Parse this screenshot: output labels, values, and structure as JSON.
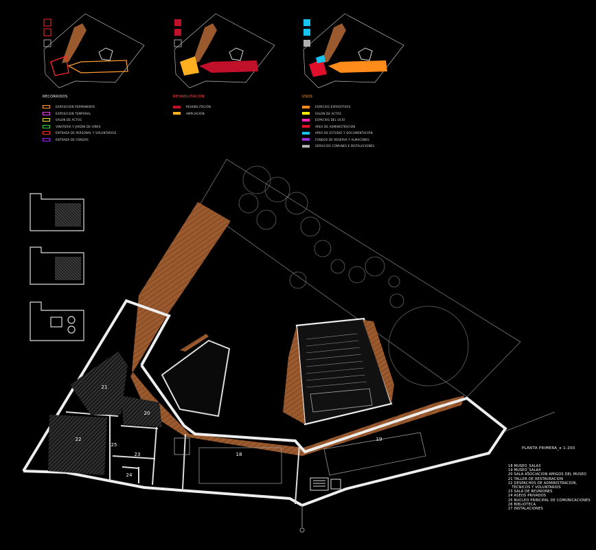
{
  "legends": {
    "recorridos": {
      "title": "RECORRIDOS",
      "items": [
        {
          "label": "EXPOSICION PERMANENTE",
          "color": "#ff9a2e"
        },
        {
          "label": "EXPOSICION TEMPORAL",
          "color": "#e040e0"
        },
        {
          "label": "SALON DE ACTOS",
          "color": "#e8e830"
        },
        {
          "label": "VINATERIA Y JARDIN DE VIÑAS",
          "color": "#2ecc40"
        },
        {
          "label": "ENTRADA DE PERSONAL Y VOLUNTARIOS",
          "color": "#ff2a2a"
        },
        {
          "label": "ENTRADA DE FONDOS",
          "color": "#a020f0"
        }
      ]
    },
    "rehabilitacion": {
      "title": "REHABILITACIÓN",
      "items": [
        {
          "label": "REHABILITACIÓN",
          "color": "#c0102a"
        },
        {
          "label": "AMPLIACIÓN",
          "color": "#ffb020"
        }
      ]
    },
    "usos": {
      "title": "USOS",
      "items": [
        {
          "label": "ESPACIOS EXPOSITIVOS",
          "color": "#ff8c1a"
        },
        {
          "label": "SALON DE ACTOS",
          "color": "#ffee00"
        },
        {
          "label": "ESPACIOS DEL OCIO",
          "color": "#ff2ab0"
        },
        {
          "label": "AREA DE ADMINISTRACION",
          "color": "#e0102a"
        },
        {
          "label": "AREA DE ESTUDIO Y DOCUMENTACIÓN",
          "color": "#19c3f0"
        },
        {
          "label": "FONDOS DE RESERVA Y ALMACENES",
          "color": "#9a30d0"
        },
        {
          "label": "SERVICIOS COMUNES E INSTALACIONES",
          "color": "#b0b0b0"
        }
      ]
    }
  },
  "room_numbers": {
    "r18": "18",
    "r19": "19",
    "r20": "20",
    "r21": "21",
    "r22": "22",
    "r23": "23",
    "r24": "24",
    "r25": "25"
  },
  "plan_title": "PLANTA PRIMERA_e 1:200",
  "room_legend": [
    "18 MUSEO_SALA3",
    "19 MUSEO_SALA4",
    "20 SALA ASOCIACION AMIGOS DEL MUSEO",
    "21 TALLER DE RESTAURACION",
    "22 DESPACHOS DE ADMINISTRACION,",
    "   TECNICOS Y VOLUNTARIOS",
    "23 SALA DE REUNIONES",
    "24 ASEOS PRIVADOS",
    "25 NUCLEO PRINCIPAL DE COMUNICACIONES",
    "26 BIBLIOTECA",
    "27 INSTALACIONES"
  ]
}
